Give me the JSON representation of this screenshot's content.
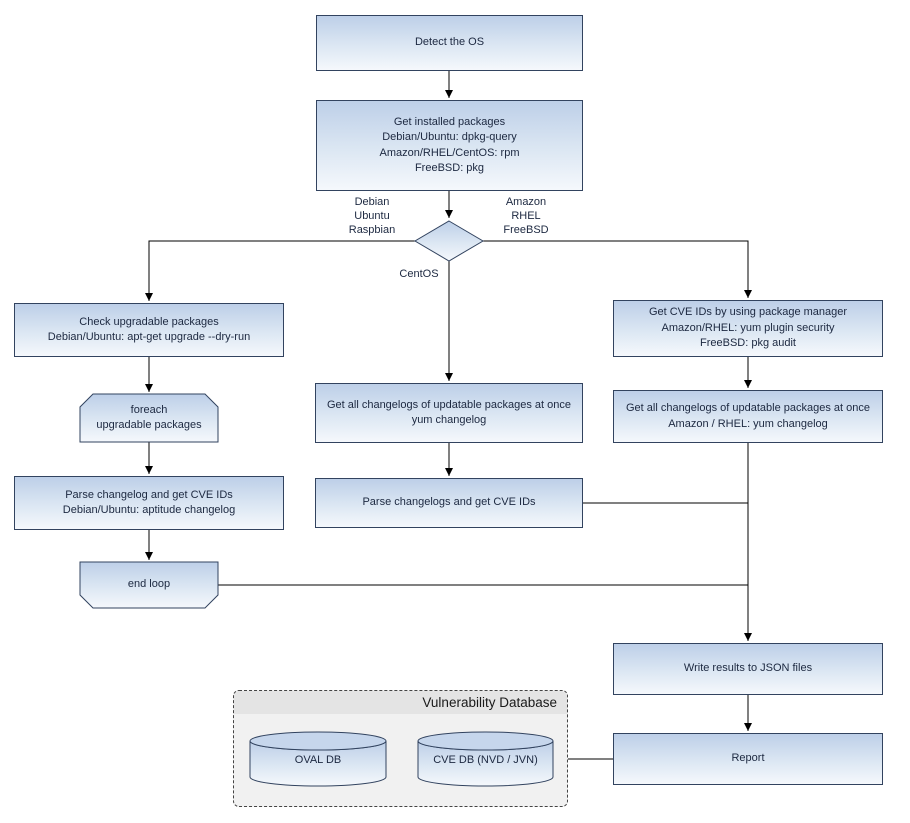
{
  "diagram_type": "flowchart",
  "nodes": {
    "detect_os": {
      "label": "Detect the OS"
    },
    "get_installed_packages": {
      "lines": [
        "Get installed packages",
        "Debian/Ubuntu: dpkg-query",
        "Amazon/RHEL/CentOS: rpm",
        "FreeBSD: pkg"
      ]
    },
    "os_decision": {
      "left_branch": [
        "Debian",
        "Ubuntu",
        "Raspbian"
      ],
      "right_branch": [
        "Amazon",
        "RHEL",
        "FreeBSD"
      ],
      "bottom_branch": "CentOS"
    },
    "check_upgradable": {
      "lines": [
        "Check upgradable packages",
        "Debian/Ubuntu: apt-get upgrade --dry-run"
      ]
    },
    "foreach_loop": {
      "lines": [
        "foreach",
        "upgradable  packages"
      ]
    },
    "parse_changelog_left": {
      "lines": [
        "Parse changelog and get  CVE IDs",
        "Debian/Ubuntu: aptitude changelog"
      ]
    },
    "end_loop": {
      "label": "end loop"
    },
    "get_changelogs_mid": {
      "lines": [
        "Get all changelogs of updatable packages at once",
        "yum changelog"
      ]
    },
    "parse_changelogs_mid": {
      "label": "Parse changelogs and get CVE IDs"
    },
    "get_cve_ids_right": {
      "lines": [
        "Get CVE IDs by using package manager",
        "Amazon/RHEL: yum plugin security",
        "FreeBSD: pkg audit"
      ]
    },
    "get_changelogs_right": {
      "lines": [
        "Get all changelogs of updatable packages at once",
        "Amazon / RHEL: yum changelog"
      ]
    },
    "write_json": {
      "label": "Write results to JSON files"
    },
    "report": {
      "label": "Report"
    },
    "vulnerability_database": {
      "title": "Vulnerability Database",
      "oval_db": "OVAL DB",
      "cve_db": "CVE DB (NVD / JVN)"
    }
  },
  "colors": {
    "node_fill_top": "#bdcfe8",
    "node_fill_mid": "#dce7f3",
    "node_fill_bottom": "#f5f8fc",
    "node_border": "#32435f",
    "connector": "#000000",
    "text": "#1c2840",
    "db_container_fill": "#f1f1f1",
    "db_header_fill": "#e4e4e4"
  }
}
